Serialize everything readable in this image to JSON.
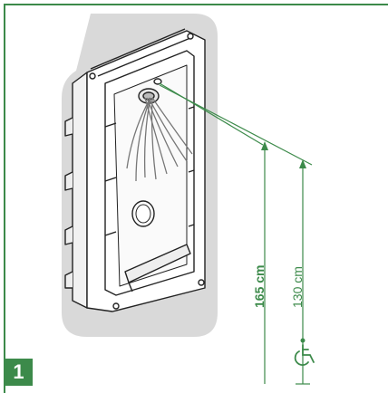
{
  "step": {
    "number": "1"
  },
  "dimensions": {
    "height_standard": "165 cm",
    "height_accessible": "130 cm"
  },
  "icons": {
    "accessibility": "wheelchair-icon"
  },
  "colors": {
    "accent": "#3c8a4a",
    "border": "#3c8a4a",
    "mount_shadow": "#d9d9d9",
    "line": "#222222"
  }
}
